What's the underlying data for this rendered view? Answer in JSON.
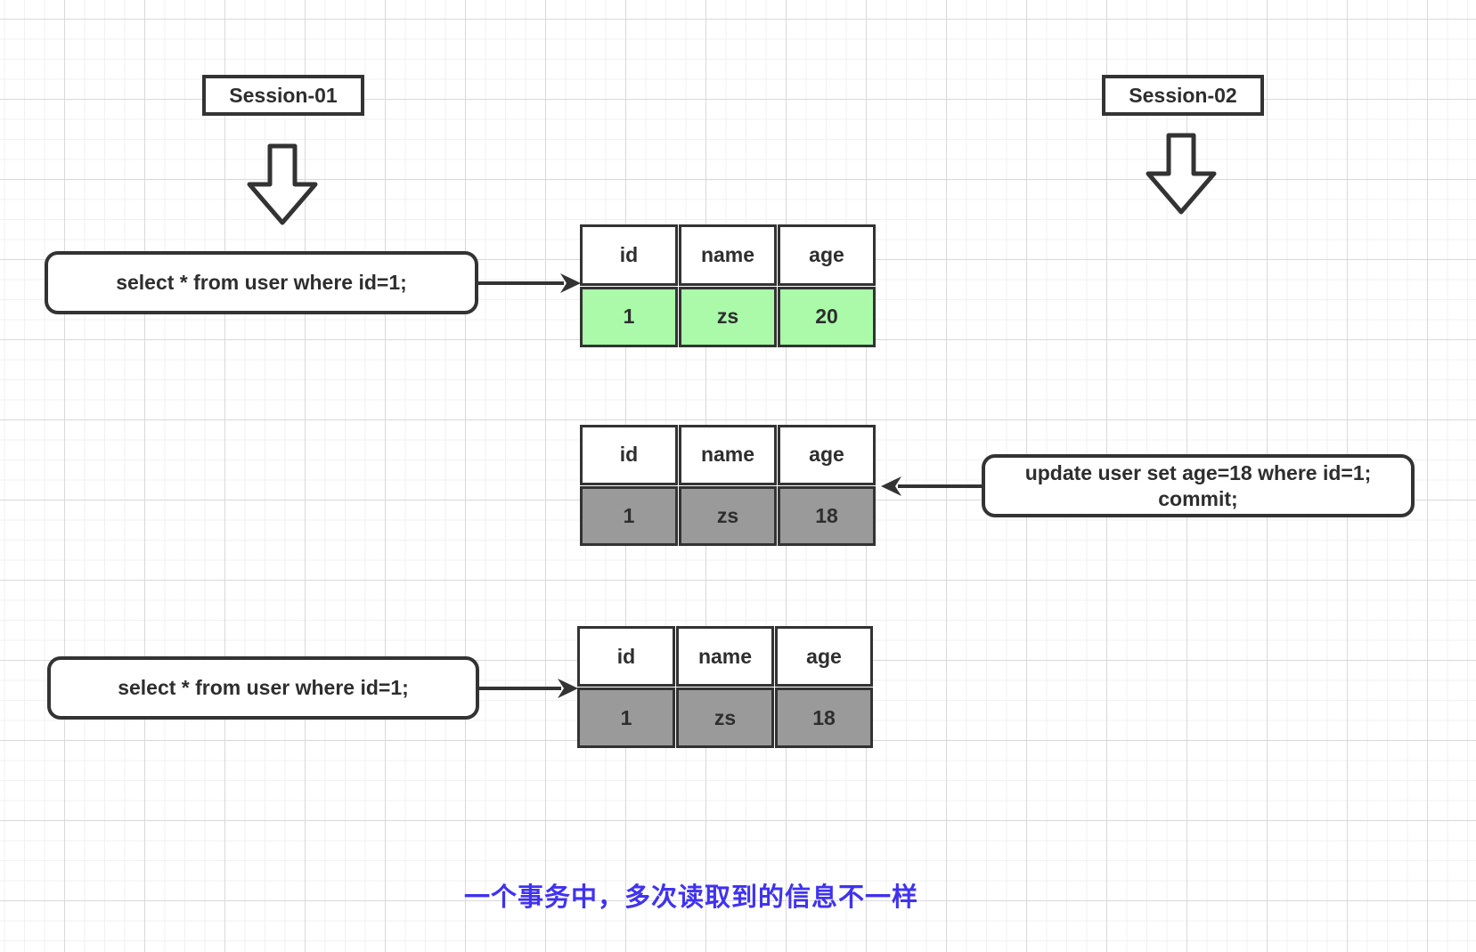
{
  "session1": {
    "label": "Session-01"
  },
  "session2": {
    "label": "Session-02"
  },
  "step1": {
    "query": "select * from user where id=1;"
  },
  "step2": {
    "query_line1": "update user set age=18 where id=1;",
    "query_line2": "commit;"
  },
  "step3": {
    "query": "select * from user where id=1;"
  },
  "table1": {
    "headers": [
      "id",
      "name",
      "age"
    ],
    "row": [
      "1",
      "zs",
      "20"
    ]
  },
  "table2": {
    "headers": [
      "id",
      "name",
      "age"
    ],
    "row": [
      "1",
      "zs",
      "18"
    ]
  },
  "table3": {
    "headers": [
      "id",
      "name",
      "age"
    ],
    "row": [
      "1",
      "zs",
      "18"
    ]
  },
  "caption": "一个事务中，多次读取到的信息不一样",
  "colors": {
    "stroke": "#333333",
    "green_row": "#aafaaa",
    "gray_row": "#9a9a9a",
    "caption_blue": "#4032f0",
    "box_bg": "#ffffff"
  }
}
